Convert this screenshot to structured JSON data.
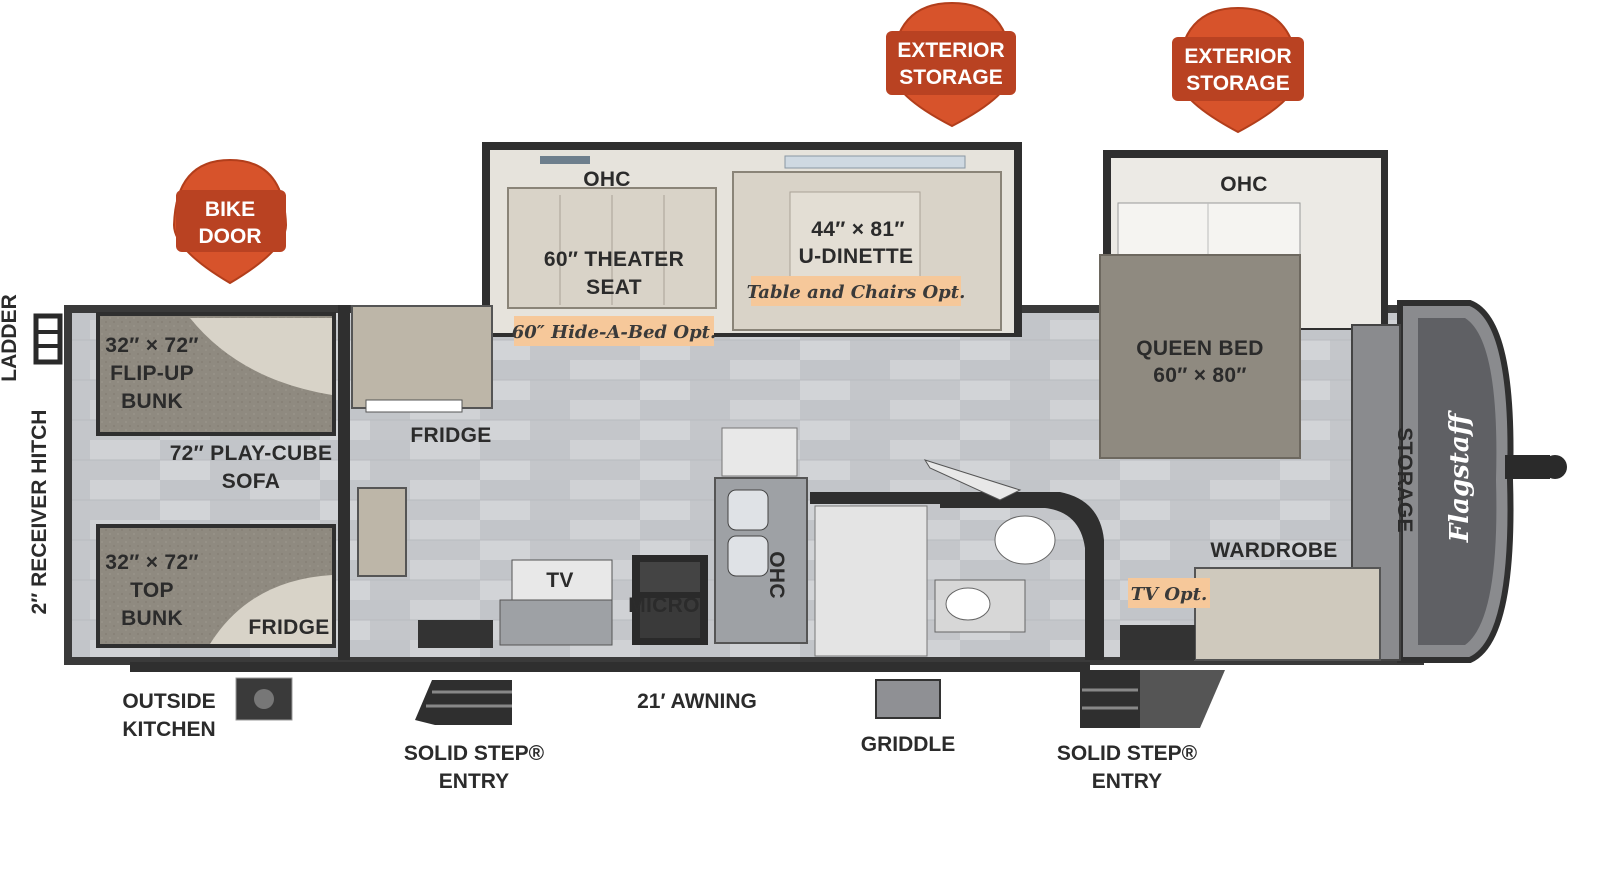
{
  "brand": {
    "logo_text": "Flagstaff"
  },
  "colors": {
    "floor": "#c9cbcf",
    "wall": "#2f2f2f",
    "pin_orange": "#d7532b",
    "pin_dark": "#b23e1b",
    "option_tag": "#f6c89a",
    "bunk_fabric": "#8f8a80",
    "cabinet": "#bdb6a8"
  },
  "callouts": {
    "bike_door": {
      "line1": "BIKE",
      "line2": "DOOR"
    },
    "exterior_storage_1": {
      "line1": "EXTERIOR",
      "line2": "STORAGE"
    },
    "exterior_storage_2": {
      "line1": "EXTERIOR",
      "line2": "STORAGE"
    }
  },
  "rooms": {
    "flip_up_bunk": {
      "line1": "32″ × 72″",
      "line2": "FLIP-UP",
      "line3": "BUNK"
    },
    "top_bunk": {
      "line1": "32″ × 72″",
      "line2": "TOP",
      "line3": "BUNK"
    },
    "play_cube_sofa": {
      "line1": "72″ PLAY-CUBE",
      "line2": "SOFA"
    },
    "fridge_bunk": "FRIDGE",
    "fridge_main": "FRIDGE",
    "theater_seat": {
      "ohc": "OHC",
      "line1": "60″ THEATER",
      "line2": "SEAT",
      "option": "60″ Hide-A-Bed Opt."
    },
    "u_dinette": {
      "line1": "44″ × 81″",
      "line2": "U-DINETTE",
      "option": "Table and Chairs Opt."
    },
    "tv": "TV",
    "micro": "MICRO",
    "ohc_kitchen": "OHC",
    "queen_bed": {
      "ohc": "OHC",
      "line1": "QUEEN BED",
      "line2": "60″ × 80″"
    },
    "storage": "STORAGE",
    "wardrobe": "WARDROBE",
    "tv_option": "TV Opt."
  },
  "exterior": {
    "ladder": "LADDER",
    "receiver_hitch": "2″ RECEIVER HITCH",
    "outside_kitchen": {
      "line1": "OUTSIDE",
      "line2": "KITCHEN"
    },
    "solid_step_1": {
      "line1": "SOLID STEP®",
      "line2": "ENTRY"
    },
    "awning": "21′ AWNING",
    "griddle": "GRIDDLE",
    "solid_step_2": {
      "line1": "SOLID STEP®",
      "line2": "ENTRY"
    }
  }
}
